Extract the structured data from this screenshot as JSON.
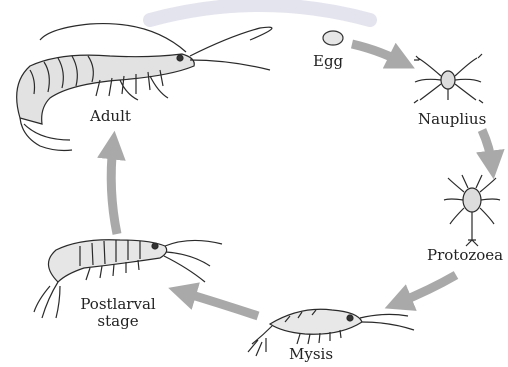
{
  "stages": [
    {
      "id": "egg",
      "label": "Egg"
    },
    {
      "id": "nauplius",
      "label": "Nauplius"
    },
    {
      "id": "protozoea",
      "label": "Protozoea"
    },
    {
      "id": "mysis",
      "label": "Mysis"
    },
    {
      "id": "postlarval",
      "label": "Postlarval\nstage"
    },
    {
      "id": "adult",
      "label": "Adult"
    }
  ],
  "colors": {
    "arrow": "#a9a9a9",
    "ink": "#2a2a2a",
    "watermark": "#e4e4ee"
  }
}
